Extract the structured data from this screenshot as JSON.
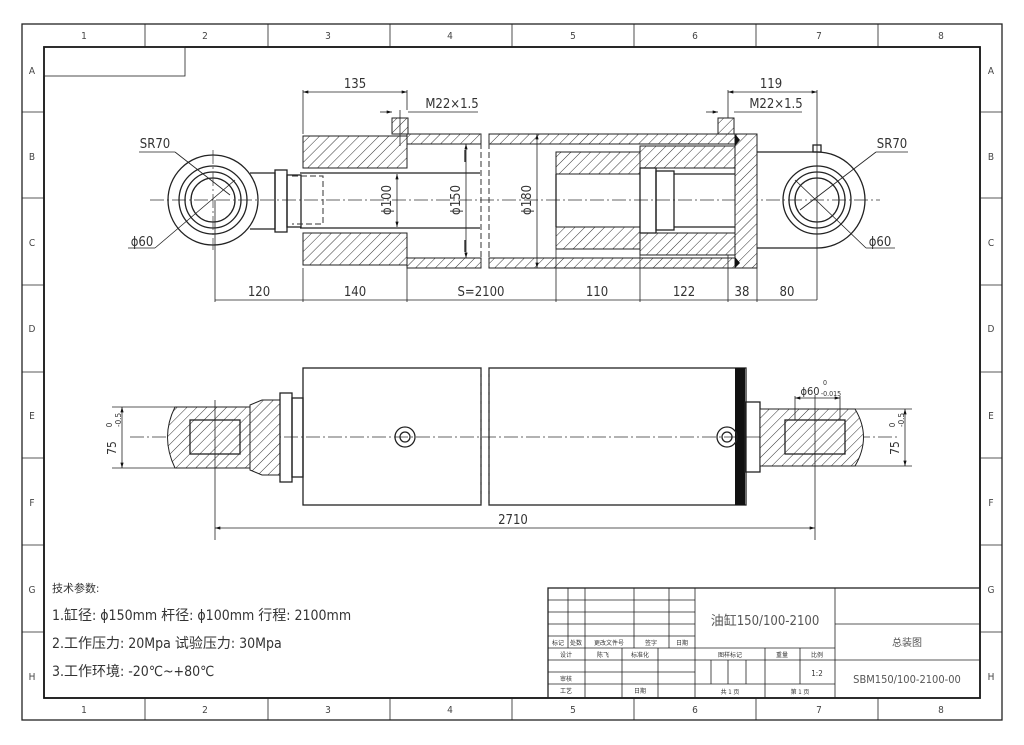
{
  "frame": {
    "columns": [
      "1",
      "2",
      "3",
      "4",
      "5",
      "6",
      "7",
      "8"
    ],
    "rows": [
      "A",
      "B",
      "C",
      "D",
      "E",
      "F",
      "G",
      "H"
    ]
  },
  "top_view": {
    "dims": {
      "d135": "135",
      "port_left": "M22×1.5",
      "d119": "119",
      "port_right": "M22×1.5",
      "sr_left": "SR70",
      "sr_right": "SR70",
      "phi60_left": "ϕ60",
      "phi60_right": "ϕ60",
      "phi100": "ϕ100",
      "phi150": "ϕ150",
      "phi180": "ϕ180",
      "d120": "120",
      "d140": "140",
      "stroke": "S=2100",
      "d110": "110",
      "d122": "122",
      "d38": "38",
      "d80": "80"
    }
  },
  "bottom_view": {
    "dims": {
      "width_left": "75",
      "tol_left_upper": "0",
      "tol_left_lower": "-0.5",
      "width_right": "75",
      "tol_right_upper": "0",
      "tol_right_lower": "-0.5",
      "bore": "ϕ60",
      "bore_tol_upper": "0",
      "bore_tol_lower": "-0.015",
      "overall": "2710"
    }
  },
  "tech_notes": {
    "title": "技术参数:",
    "line1": "1.缸径: ϕ150mm  杆径: ϕ100mm 行程: 2100mm",
    "line2": "2.工作压力: 20Mpa   试验压力: 30Mpa",
    "line3": "3.工作环境: -20℃~+80℃"
  },
  "title_block": {
    "product_name": "油缸150/100-2100",
    "drawing_title": "总装图",
    "drawing_number": "SBM150/100-2100-00",
    "rev_headers": [
      "标记",
      "处数",
      "更改文件号",
      "签字",
      "日期"
    ],
    "designer_label": "设计",
    "designer_name": "陈飞",
    "standardization_label": "标准化",
    "reviewer_label": "审核",
    "process_label": "工艺",
    "date_label": "日期",
    "drawing_mark_label": "图样标记",
    "weight_label": "重量",
    "scale_label": "比例",
    "scale": "1:2",
    "total_sheets": "共 1 页",
    "sheet_no": "第 1 页"
  }
}
